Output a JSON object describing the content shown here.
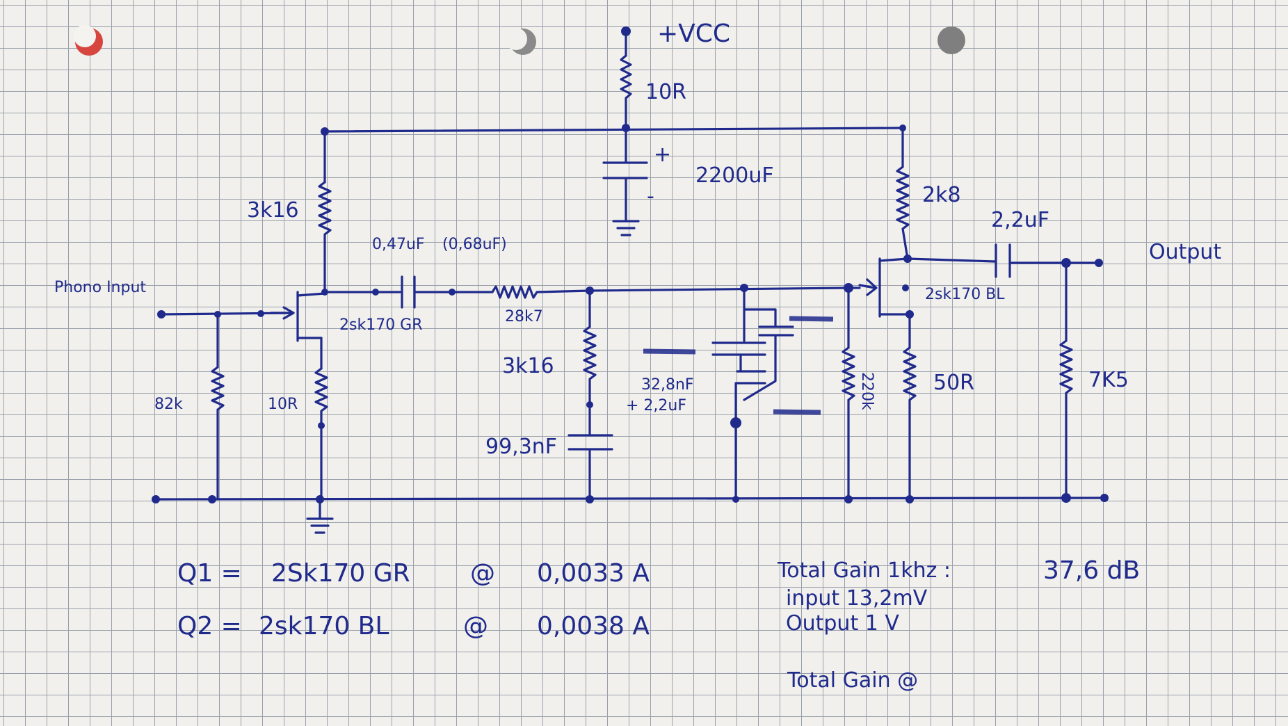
{
  "labels": {
    "vcc": "+VCC",
    "r_supply": "10R",
    "c_supply": "2200uF",
    "c_supply_plus": "+",
    "c_supply_minus": "-",
    "r_drain1": "3k16",
    "input": "Phono Input",
    "r_gate1": "82k",
    "r_source1": "10R",
    "q1_type": "2sk170 GR",
    "c_coupling": "0,47uF",
    "c_coupling_alt": "(0,68uF)",
    "r_series": "28k7",
    "r_shunt": "3k16",
    "c_shunt": "99,3nF",
    "c_mid": "32,8nF",
    "c_mid_extra": "+ 2,2uF",
    "r_gate2": "220k",
    "r_drain2": "2k8",
    "q2_type": "2sk170 BL",
    "r_source2": "50R",
    "c_out": "2,2uF",
    "r_load": "7K5",
    "output": "Output"
  },
  "notes": {
    "q1_label": "Q1 =",
    "q1_part": "2Sk170 GR",
    "q1_at": "@",
    "q1_current": "0,0033 A",
    "q2_label": "Q2 =",
    "q2_part": "2sk170 BL",
    "q2_at": "@",
    "q2_current": "0,0038 A",
    "gain_label": "Total Gain 1khz :",
    "gain_value": "37,6 dB",
    "input_line": "input 13,2mV",
    "output_line": "Output 1 V",
    "gain_at": "Total Gain @"
  },
  "colors": {
    "ink": "#1f2a8c",
    "paper": "#f1f0ec",
    "grid": "#9aa0ab"
  }
}
